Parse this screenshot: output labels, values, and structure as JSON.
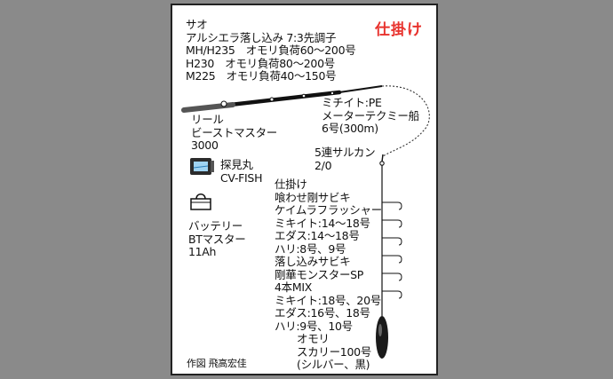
{
  "title": "仕掛け",
  "rod": {
    "lines": [
      "サオ",
      "アルシエラ落し込み 7:3先調子",
      "MH/H235　オモリ負荷60～200号",
      "H230　オモリ負荷80～200号",
      "M225　オモリ負荷40～150号"
    ]
  },
  "reel": {
    "lines": [
      "リール",
      "ビーストマスター",
      "3000"
    ]
  },
  "mainline": {
    "lines": [
      "ミチイト:PE",
      "メーターテクミー船",
      "6号(300m)"
    ]
  },
  "swivel": {
    "lines": [
      "5連サルカン",
      "2/0"
    ]
  },
  "sonar": {
    "lines": [
      "探見丸",
      "CV-FISH"
    ],
    "icon": "fish-finder-icon"
  },
  "battery": {
    "lines": [
      "バッテリー",
      "BTマスター",
      "11Ah"
    ],
    "icon": "battery-icon"
  },
  "rig": {
    "lines": [
      "仕掛け",
      "喰わせ剛サビキ",
      "ケイムラフラッシャー",
      "ミキイト:14～18号",
      "エダス:14～18号",
      "ハリ:8号、9号",
      "落し込みサビキ",
      "剛華モンスターSP",
      "4本MIX",
      "ミキイト:18号、20号",
      "エダス:16号、18号",
      "ハリ:9号、10号"
    ]
  },
  "sinker": {
    "lines": [
      "オモリ",
      "スカリー100号",
      "(シルバー、黒)"
    ]
  },
  "credit": "作図 飛高宏佳",
  "colors": {
    "accent": "#e8322d",
    "ink": "#111111",
    "frame": "#8a8a8a"
  }
}
